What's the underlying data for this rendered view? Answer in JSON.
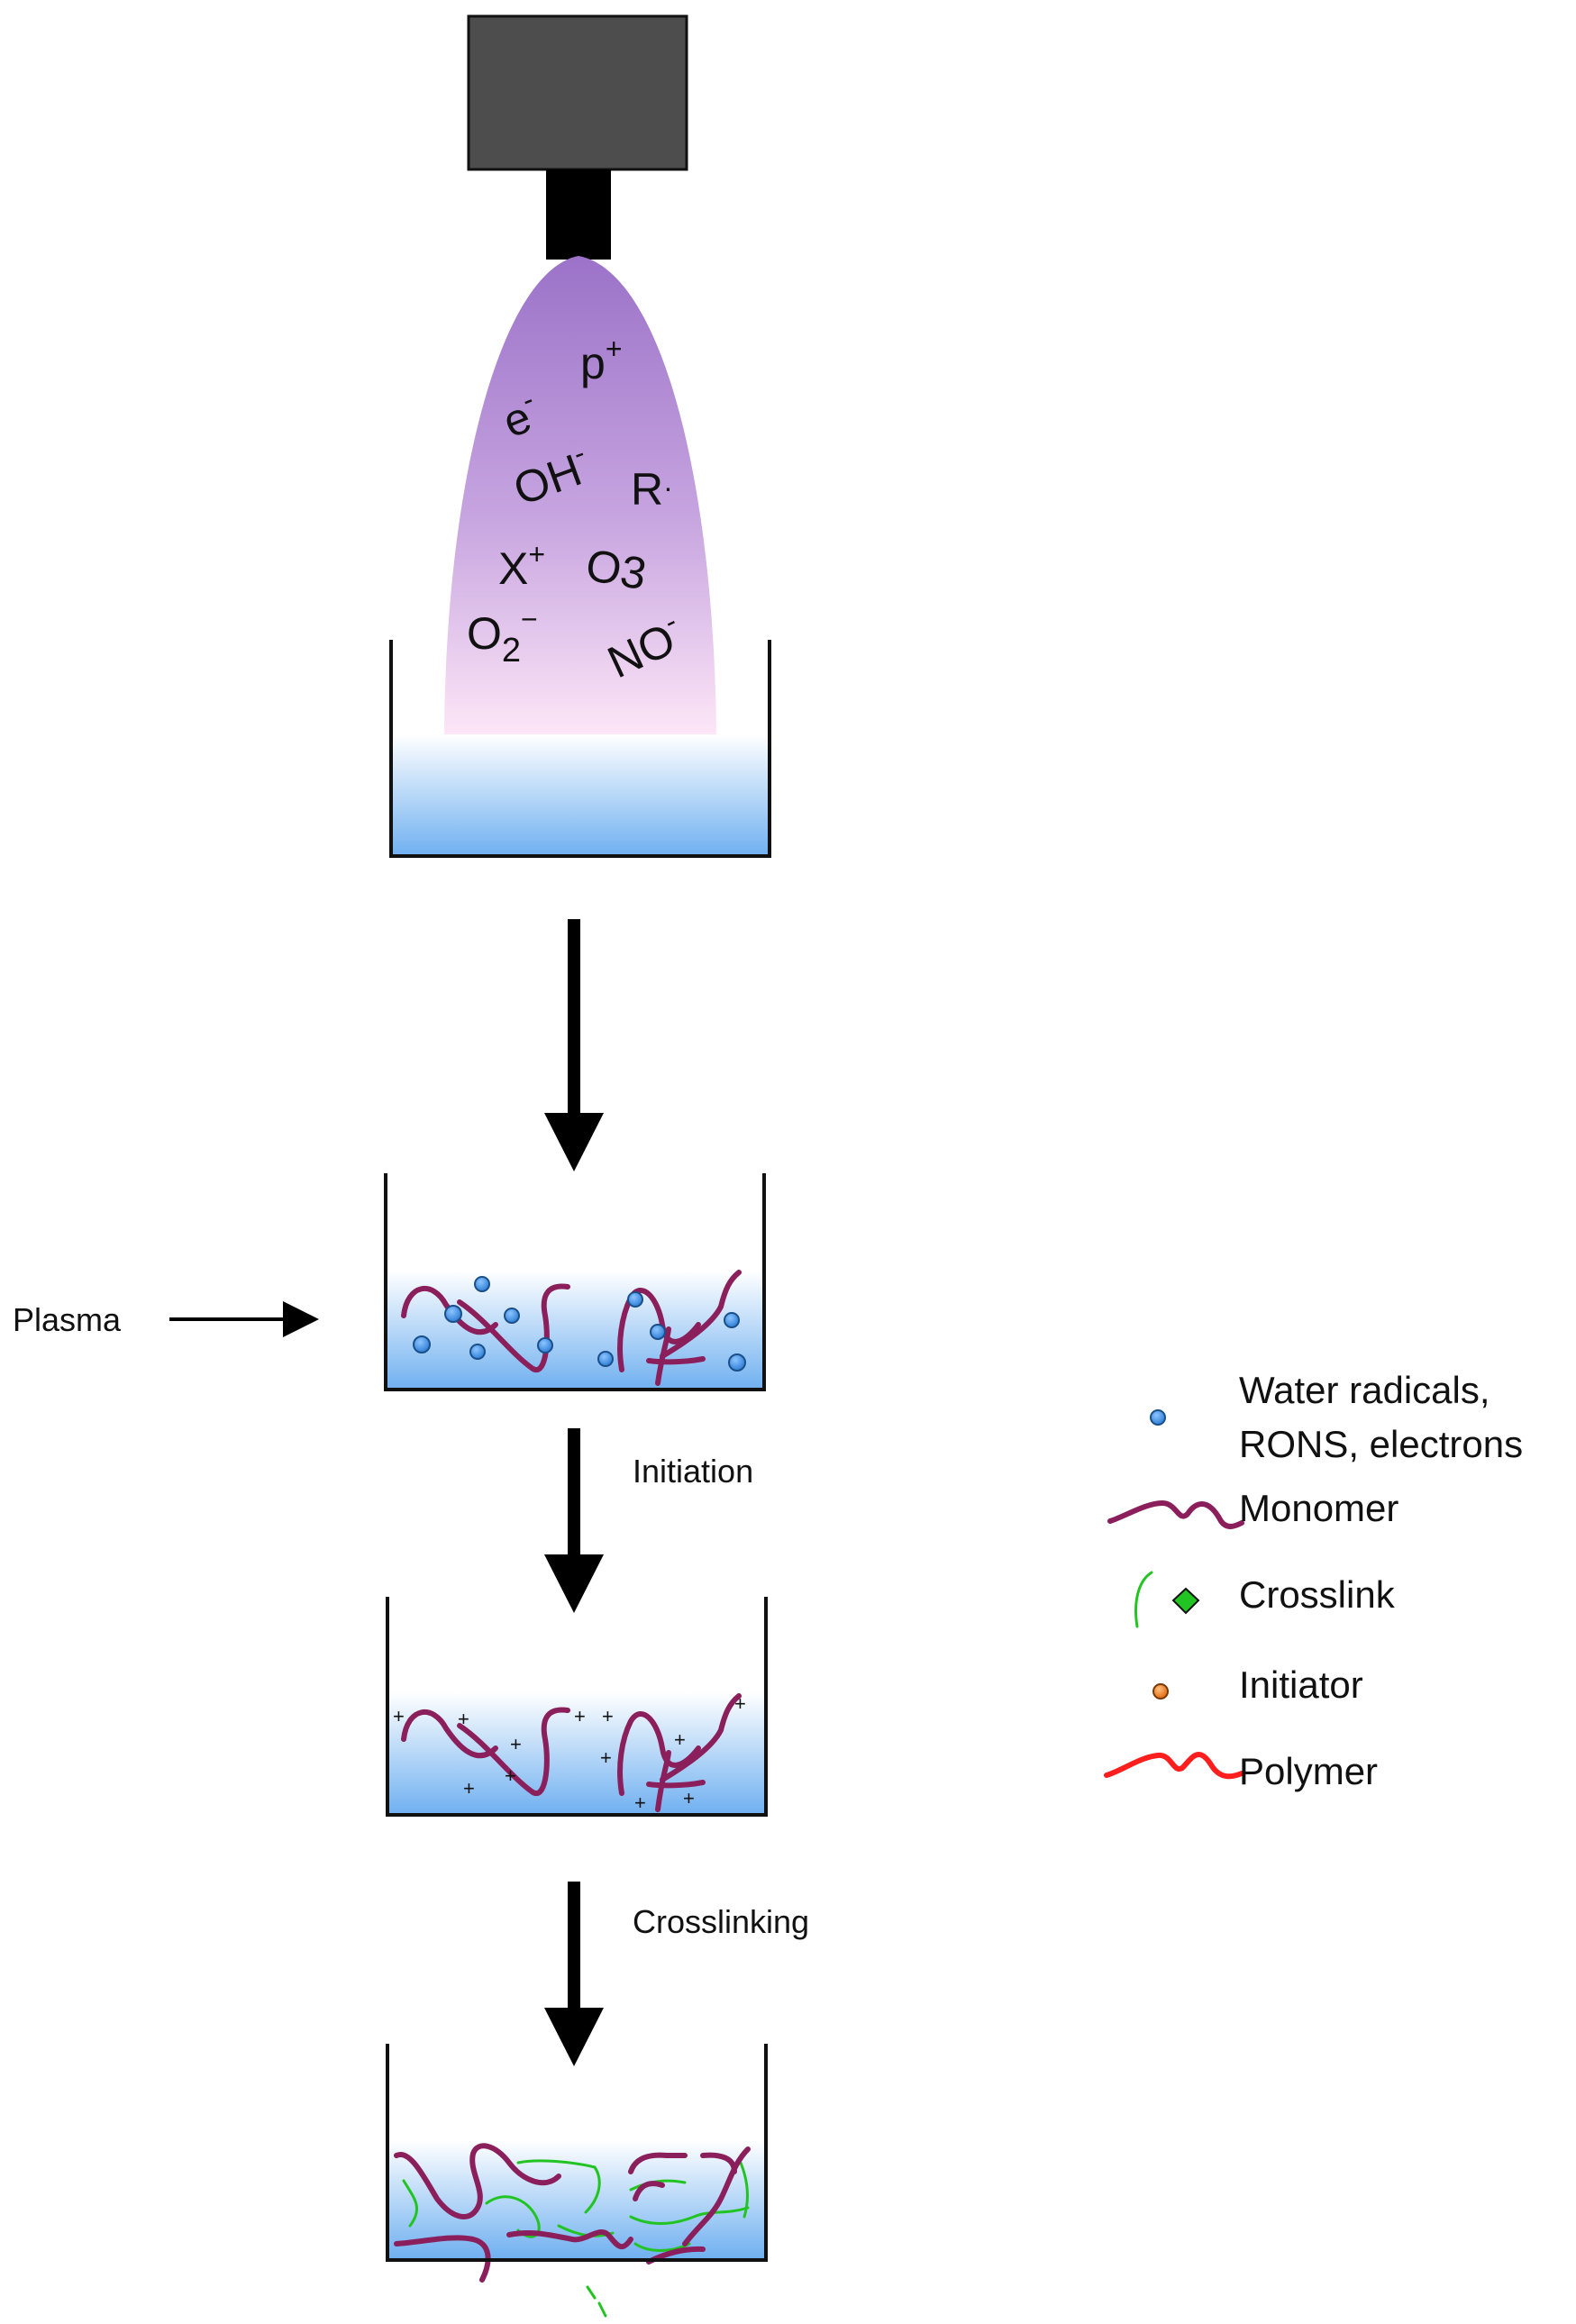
{
  "plasma_species": {
    "p_plus": "p",
    "e_minus": "e",
    "oh_minus": "OH",
    "r_radical": "R",
    "x_plus": "X",
    "o3": "O3",
    "o2_minus": "O",
    "no_minus": "NO"
  },
  "labels": {
    "plasma": "Plasma",
    "initiation": "Initiation",
    "crosslinking": "Crosslinking"
  },
  "legend": {
    "water_radicals_line1": "Water radicals,",
    "water_radicals_line2": "RONS, electrons",
    "monomer": "Monomer",
    "crosslink": "Crosslink",
    "initiator": "Initiator",
    "polymer": "Polymer"
  },
  "colors": {
    "device_body": "#4d4d4d",
    "nozzle": "#000000",
    "plume_top": "#9b72c8",
    "plume_bottom": "#fde6f7",
    "liquid_top": "#ffffff",
    "liquid_bottom": "#6fb0f0",
    "monomer": "#8b1f5c",
    "water_radical": "#3b8de0",
    "crosslink": "#22c422",
    "initiator": "#f07a1e",
    "polymer": "#ff1e1e"
  }
}
